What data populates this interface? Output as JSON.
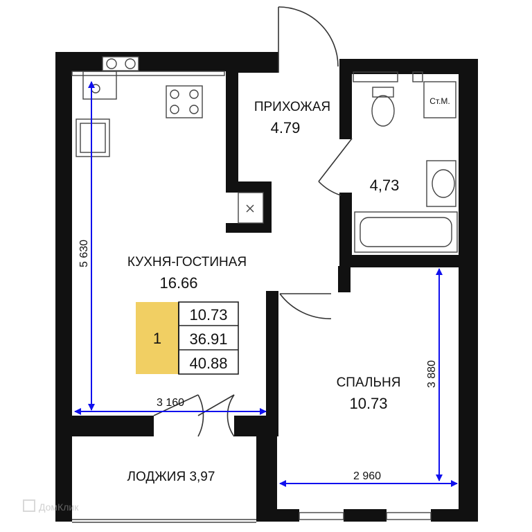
{
  "rooms": {
    "hallway": {
      "name": "ПРИХОЖАЯ",
      "area": "4.79"
    },
    "bathroom": {
      "area": "4,73",
      "washer_label": "Ст.М."
    },
    "kitchen_living": {
      "name": "КУХНЯ-ГОСТИНАЯ",
      "area": "16.66"
    },
    "bedroom": {
      "name": "СПАЛЬНЯ",
      "area": "10.73"
    },
    "loggia": {
      "label": "ЛОДЖИЯ 3,97"
    }
  },
  "summary": {
    "rooms_count": "1",
    "living_area": "10.73",
    "total_area": "36.91",
    "total_with_loggia": "40.88"
  },
  "dimensions": {
    "kitchen_height": "5 630",
    "kitchen_width": "3 160",
    "bedroom_height": "3 880",
    "bedroom_width": "2 960"
  },
  "watermark": "ДомКлик",
  "colors": {
    "wall": "#111111",
    "dim_line": "#1010ee",
    "rooms_badge": "#f1cf63",
    "fixture": "#444444"
  }
}
